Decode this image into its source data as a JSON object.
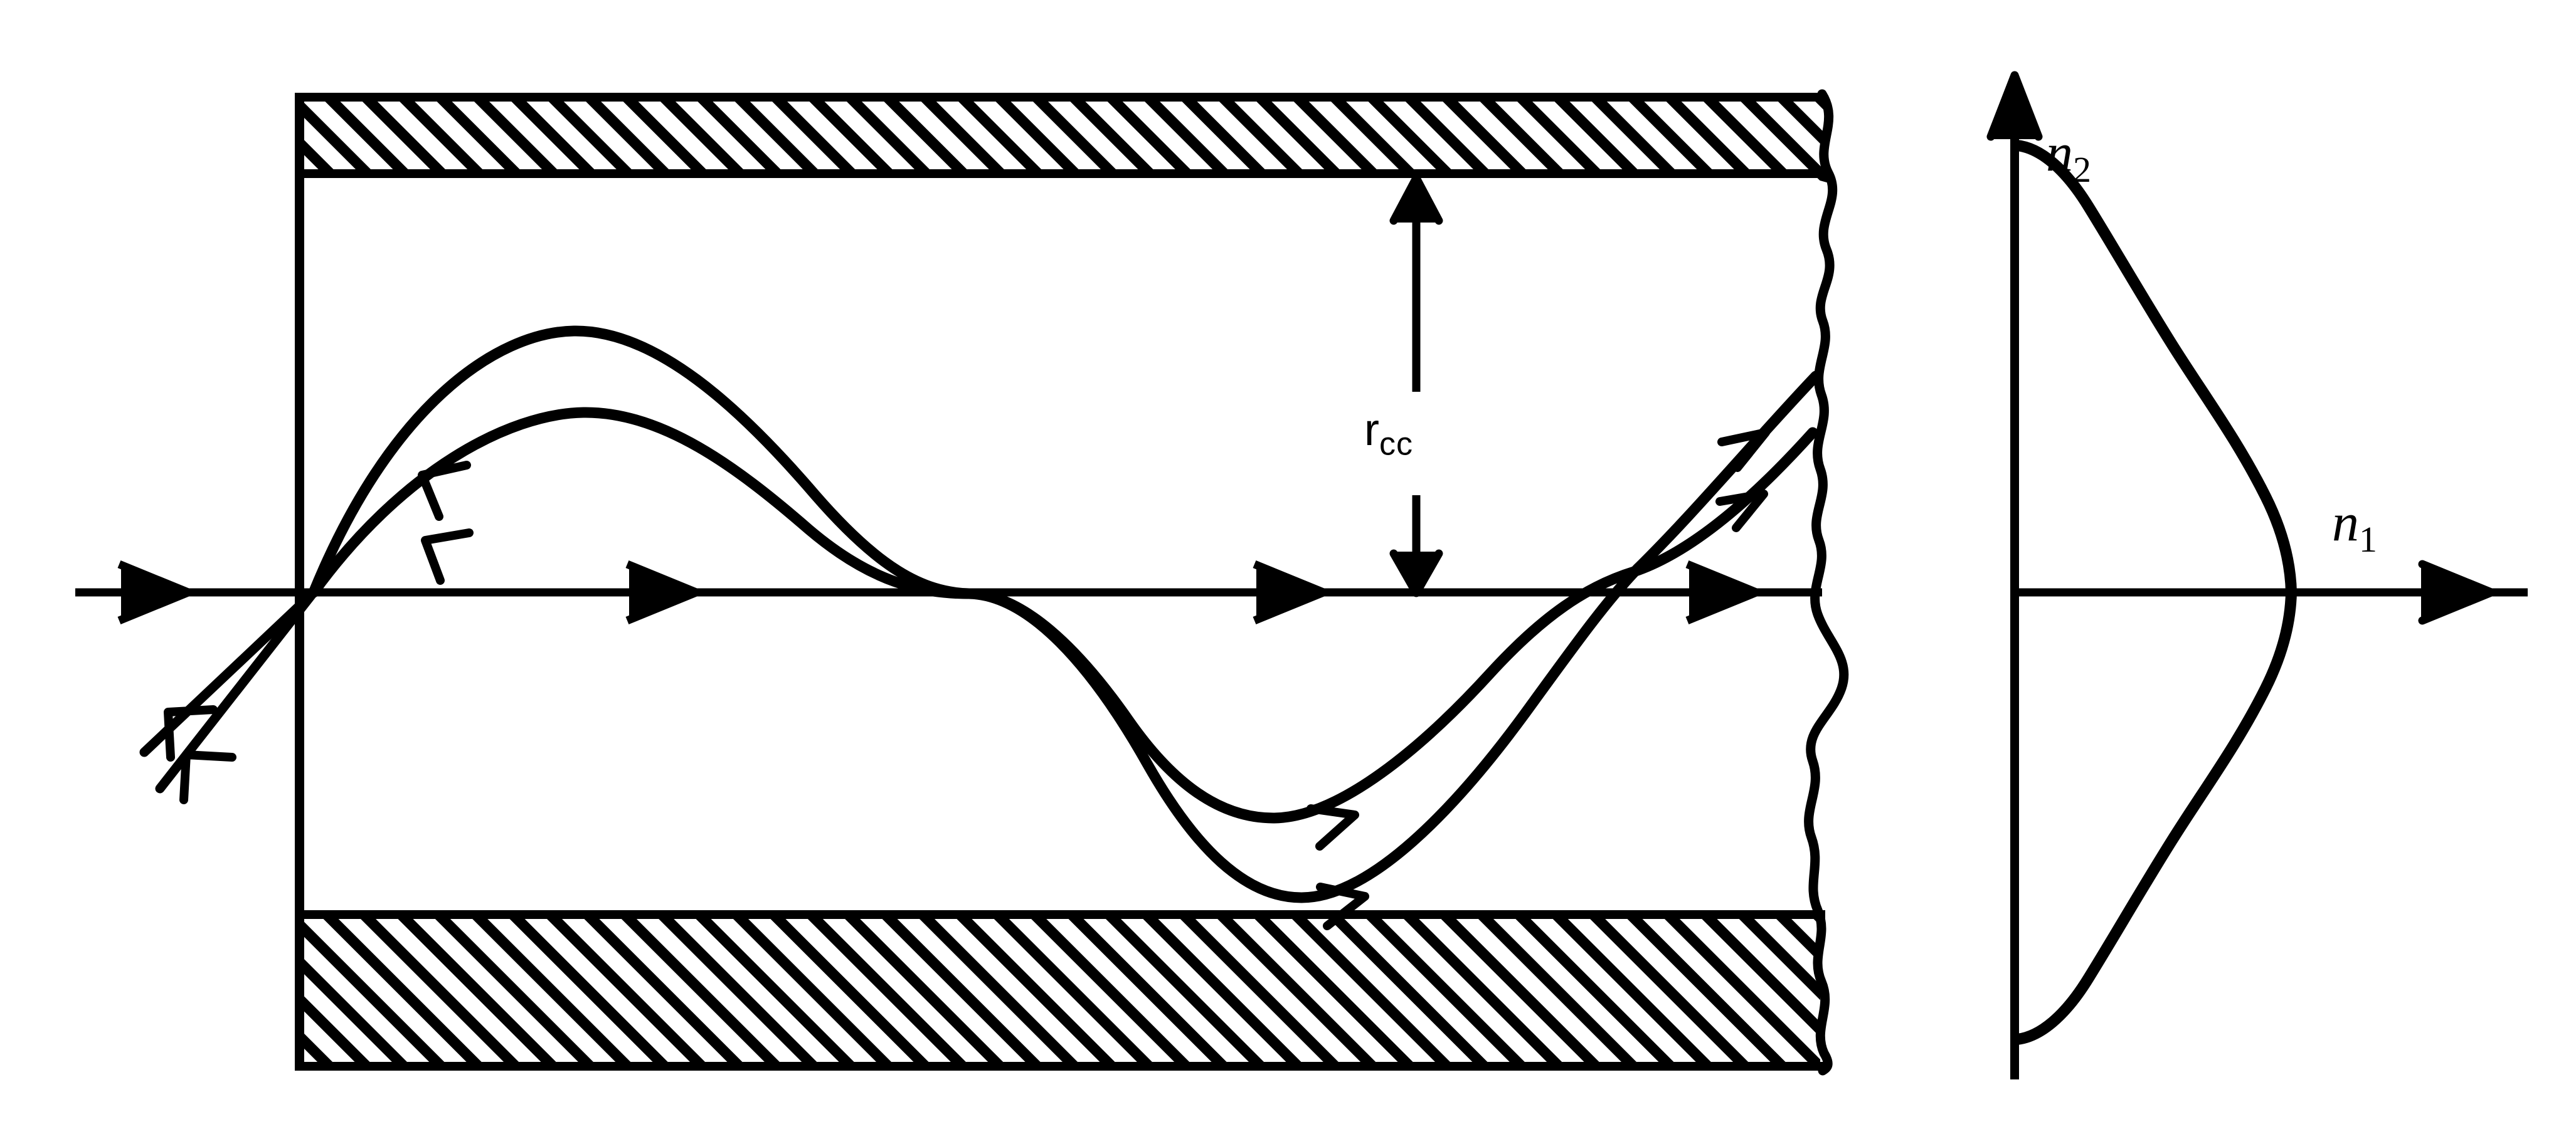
{
  "figure": {
    "kind": "graded-index-waveguide-ray-diagram",
    "background_color": "#ffffff",
    "ink_color": "#000000"
  },
  "waveguide": {
    "cladding_top_label": "hatched-cladding-top",
    "cladding_bottom_label": "hatched-cladding-bottom",
    "core_label": "core-channel",
    "break_edge_label": "torn-break-edge"
  },
  "annotations": {
    "rcc_symbol": "r",
    "rcc_subscript": "cc"
  },
  "profile_plot": {
    "vertical_axis_symbol": "n",
    "vertical_axis_subscript": "2",
    "horizontal_axis_symbol": "n",
    "horizontal_axis_subscript": "1"
  },
  "chart_data": {
    "type": "line",
    "title": "",
    "subtitle": "",
    "xlabel": "n1",
    "ylabel": "n2",
    "grid": false,
    "legend": null,
    "axis_arrows": {
      "x": "right",
      "y": "up"
    },
    "series": [
      {
        "name": "refractive-index-profile",
        "description": "bell-shaped graded refractive index profile n1 versus transverse position n2; peak on the optical axis, decaying toward the cladding",
        "x": [
          0.02,
          0.03,
          0.05,
          0.08,
          0.13,
          0.2,
          0.3,
          0.43,
          0.58,
          0.73,
          0.86,
          0.95,
          1.0,
          0.95,
          0.86,
          0.73,
          0.58,
          0.43,
          0.3,
          0.2,
          0.13,
          0.08,
          0.05,
          0.03,
          0.02
        ],
        "y": [
          1.0,
          0.92,
          0.84,
          0.76,
          0.68,
          0.6,
          0.52,
          0.42,
          0.32,
          0.22,
          0.12,
          0.05,
          0.0,
          -0.05,
          -0.12,
          -0.22,
          -0.32,
          -0.42,
          -0.52,
          -0.6,
          -0.68,
          -0.76,
          -0.84,
          -0.92,
          -1.0
        ]
      }
    ],
    "xlim": [
      0,
      1.15
    ],
    "ylim": [
      -1.1,
      1.15
    ],
    "peak_x": 1.0,
    "peak_y": 0.0
  },
  "rays": {
    "description": "two meridional rays launched at different angles follow sinusoidal trajectories inside the graded-index core",
    "count": 2,
    "ray_1_label": "ray-high-amplitude",
    "ray_2_label": "ray-low-amplitude",
    "axial_ray_label": "optical-axis-ray"
  }
}
